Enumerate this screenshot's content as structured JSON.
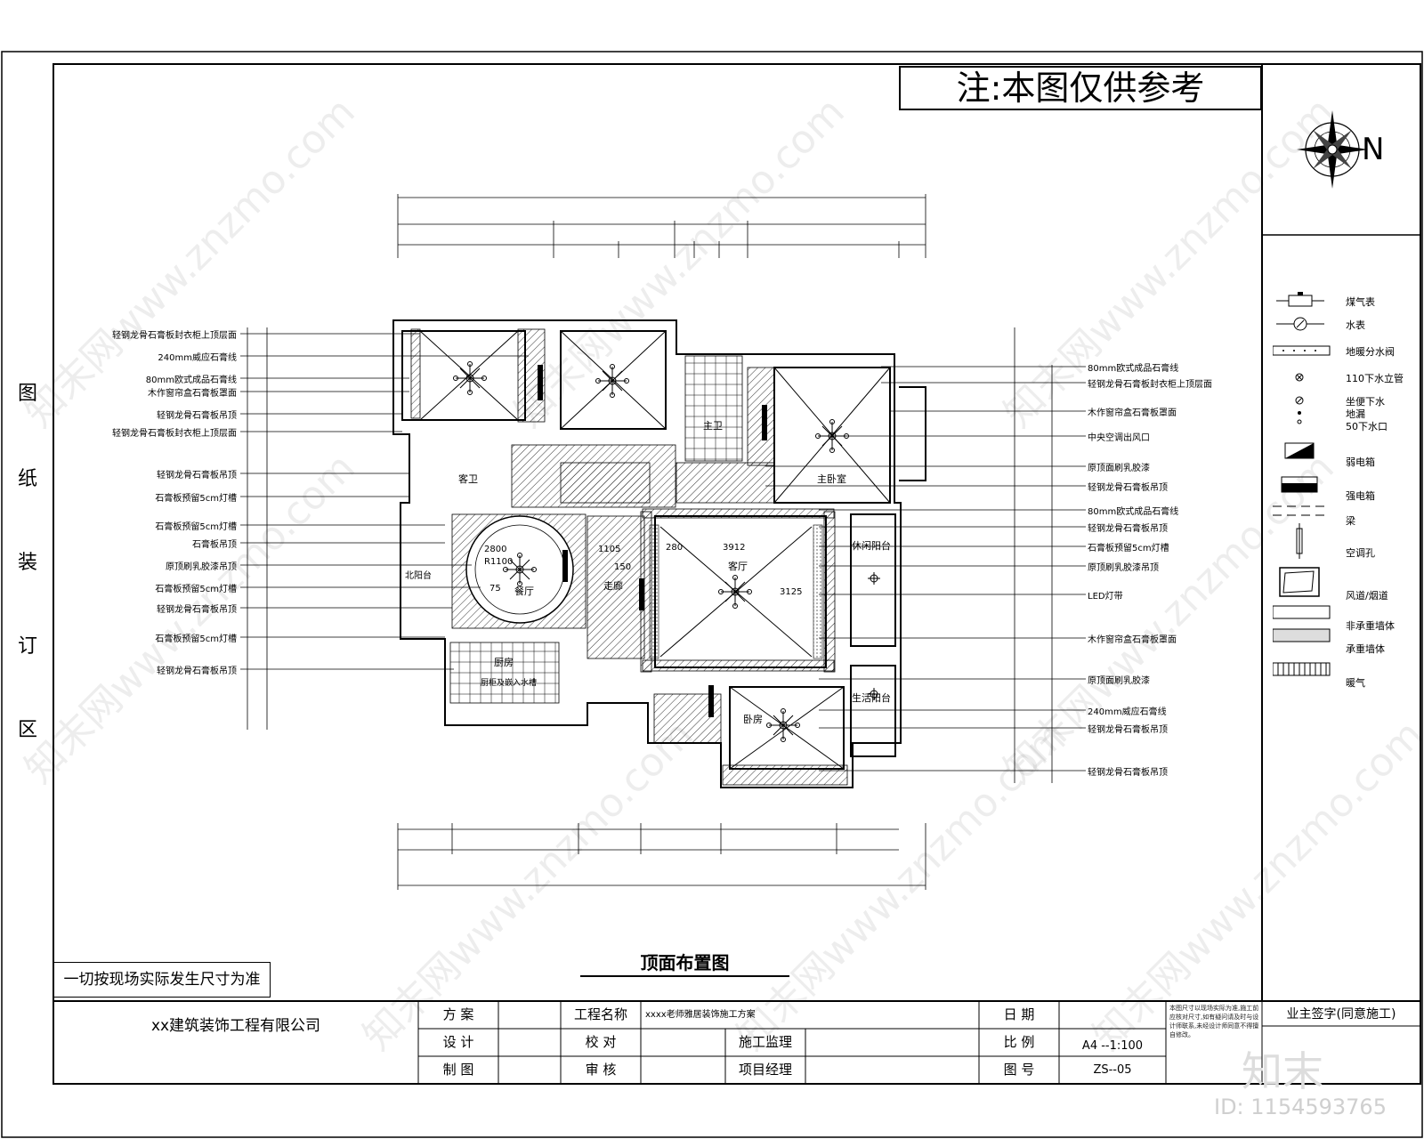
{
  "note": "注:本图仅供参考",
  "side_label_chars": [
    "图",
    "纸",
    "装",
    "订",
    "区"
  ],
  "north_letter": "N",
  "plan_title": "顶面布置图",
  "site_note": "一切按现场实际发生尺寸为准",
  "legend": [
    {
      "icon": "gas-meter-icon",
      "label": "煤气表"
    },
    {
      "icon": "water-meter-icon",
      "label": "水表"
    },
    {
      "icon": "floor-heating-manifold-icon",
      "label": "地暖分水阀"
    },
    {
      "icon": "drain-pipe-110-icon",
      "label": "110下水立管"
    },
    {
      "icon": "toilet-drain-icon",
      "label": "坐便下水"
    },
    {
      "icon": "floor-drain-icon",
      "label": "地漏"
    },
    {
      "icon": "drain-50-icon",
      "label": "50下水口"
    },
    {
      "icon": "weak-current-box-icon",
      "label": "弱电箱"
    },
    {
      "icon": "strong-current-box-icon",
      "label": "强电箱"
    },
    {
      "icon": "beam-icon",
      "label": "梁"
    },
    {
      "icon": "ac-hole-icon",
      "label": "空调孔"
    },
    {
      "icon": "flue-icon",
      "label": "风道/烟道"
    },
    {
      "icon": "non-bearing-wall-icon",
      "label": "非承重墙体"
    },
    {
      "icon": "bearing-wall-icon",
      "label": "承重墙体"
    },
    {
      "icon": "radiator-icon",
      "label": "暖气"
    }
  ],
  "left_annotations": [
    "轻钢龙骨石膏板封衣柜上顶层面",
    "240mm威应石膏线",
    "80mm欧式成品石膏线",
    "木作窗帘盒石膏板罩面",
    "轻钢龙骨石膏板吊顶",
    "轻钢龙骨石膏板封衣柜上顶层面",
    "轻钢龙骨石膏板吊顶",
    "石膏板预留5cm灯槽",
    "石膏板预留5cm灯槽",
    "石膏板吊顶",
    "原顶刷乳胶漆吊顶",
    "石膏板预留5cm灯槽",
    "轻钢龙骨石膏板吊顶",
    "石膏板预留5cm灯槽",
    "轻钢龙骨石膏板吊顶"
  ],
  "right_annotations": [
    "80mm欧式成品石膏线",
    "轻钢龙骨石膏板封衣柜上顶层面",
    "木作窗帘盒石膏板罩面",
    "中央空调出风口",
    "原顶面刷乳胶漆",
    "轻钢龙骨石膏板吊顶",
    "80mm欧式成品石膏线",
    "轻钢龙骨石膏板吊顶",
    "石膏板预留5cm灯槽",
    "原顶刷乳胶漆吊顶",
    "LED灯带",
    "木作窗帘盒石膏板罩面",
    "原顶面刷乳胶漆",
    "240mm威应石膏线",
    "轻钢龙骨石膏板吊顶",
    "轻钢龙骨石膏板吊顶"
  ],
  "rooms": {
    "guest_bath": "客卫",
    "bath": "主卫",
    "master_bed": "主卧室",
    "leisure_balcony": "休闲阳台",
    "living": "客厅",
    "dining": "餐厅",
    "kitchen": "厨房",
    "kitchen_note": "厨柜及嵌入水槽",
    "bedroom": "卧房",
    "balcony": "生活阳台",
    "hall": "走廊",
    "lobby": "北阳台"
  },
  "dims": {
    "living_w": "3912",
    "living_h": "3125",
    "living_side": "280",
    "hall_a": "1105",
    "hall_b": "150",
    "dining_r1": "2800",
    "dining_r2": "R1100",
    "dining_a": "75"
  },
  "title_block": {
    "company": "xx建筑装饰工程有限公司",
    "scheme_label": "方  案",
    "design_label": "设  计",
    "draw_label": "制  图",
    "project_name_label": "工程名称",
    "project_name": "xxxx老师雅居装饰施工方案",
    "check_label": "校  对",
    "review_label": "审  核",
    "supervise_label": "施工监理",
    "manager_label": "项目经理",
    "date_label": "日  期",
    "scale_label": "比  例",
    "drawing_no_label": "图  号",
    "scale": "A4 --1:100",
    "drawing_no": "ZS--05",
    "notice": "本图尺寸以现场实际为准,施工前应核对尺寸,如有疑问请及时与设计师联系,未经设计师同意不得擅自修改。",
    "owner_sign": "业主签字(同意施工)"
  },
  "watermark": "知末网www.znzmo.com",
  "brand": "知末",
  "image_id_text": "ID: 1154593765"
}
